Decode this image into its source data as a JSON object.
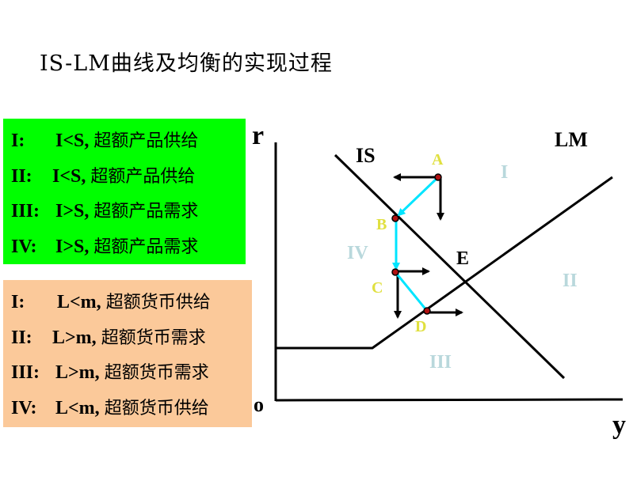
{
  "title": "IS-LM曲线及均衡的实现过程",
  "goods_market_box": {
    "color": "#00ff00",
    "rows": [
      {
        "region": "I:",
        "relation": "I<S,",
        "text": "超额产品供给"
      },
      {
        "region": "II:",
        "relation": "I<S,",
        "text": "超额产品供给"
      },
      {
        "region": "III:",
        "relation": "I>S,",
        "text": "超额产品需求"
      },
      {
        "region": "IV:",
        "relation": "I>S,",
        "text": "超额产品需求"
      }
    ]
  },
  "money_market_box": {
    "color": "#fbc99a",
    "rows": [
      {
        "region": "I:",
        "relation": "L<m,",
        "text": "超额货币供给"
      },
      {
        "region": "II:",
        "relation": "L>m,",
        "text": "超额货币需求"
      },
      {
        "region": "III:",
        "relation": "L>m,",
        "text": "超额货币需求"
      },
      {
        "region": "IV:",
        "relation": "L<m,",
        "text": "超额货币供给"
      }
    ]
  },
  "diagram": {
    "y_axis_label": "r",
    "x_axis_label": "y",
    "origin_label": "o",
    "curves": {
      "is": "IS",
      "lm": "LM"
    },
    "equilibrium_label": "E",
    "regions": {
      "r1": "I",
      "r2": "II",
      "r3": "III",
      "r4": "IV"
    },
    "points": {
      "a": "A",
      "b": "B",
      "c": "C",
      "d": "D"
    },
    "colors": {
      "path": "#00e5ff",
      "point": "#b01010",
      "point_label": "#e0e040",
      "region_label": "#b9d8dc"
    }
  }
}
